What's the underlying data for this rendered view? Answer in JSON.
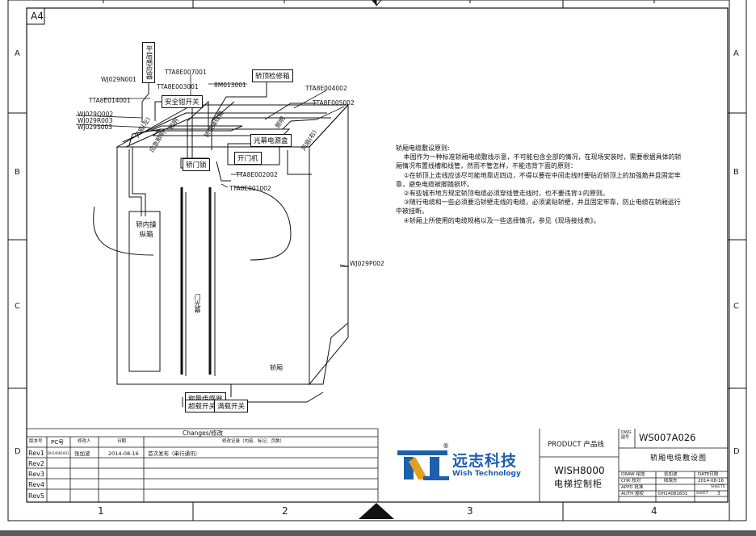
{
  "sheet": {
    "size_tag": "A4",
    "columns": [
      "1",
      "2",
      "3",
      "4"
    ],
    "rows": [
      "A",
      "B",
      "C",
      "D"
    ]
  },
  "diagram_labels": {
    "car_top_inspection_box": "轿顶检修箱",
    "leveling_sensor": "平层感应器",
    "safety_gear_switch": "安全钳开关",
    "emergency_lighting": "应急照明",
    "lighting": "照明",
    "fan_left": "风扇(左)",
    "fan_right": "风扇(右)",
    "car_top_junction_box": "轿顶接线箱",
    "light_curtain_power_box": "光幕电源盒",
    "door_operator": "开门机",
    "car_door_lock": "轿门锁",
    "car_operating_panel": "轿内操纵箱",
    "light_curtain": "门光幕",
    "car": "轿厢",
    "weighing_sensor": "称量传感器",
    "overload_switch": "超载开关",
    "full_load_switch": "满载开关"
  },
  "cable_codes": {
    "wj029n001": "WJ029N001",
    "tta8e007001": "TTA8E007001",
    "tta8e003001": "TTA8E003001",
    "bm013001": "8M013001",
    "tta8e004002": "TTA8E004002",
    "tta8e014001": "TTA8E014001",
    "tta8e005002": "TTA8E005002",
    "wj029q002": "WJ029Q002",
    "wj029r003": "WJ029R003",
    "wj029s003": "WJ029S003",
    "tta8e002002": "TTA8E002002",
    "tta8e001002": "TTA8E001002",
    "wj029p002": "WJ029P002"
  },
  "notes": {
    "title": "轿厢电缆敷设原则:",
    "lines": [
      "本图作为一种标准轿厢电缆敷线示意，不可能包含全部的情况，在现场安装时，需要根据具体的轿厢情况布置线槽和线管，然而不管怎样，不能违背下面的原则：",
      "①在轿顶上走线应该尽可能地靠近四边，不得以要在中间走线时要贴近轿顶上的加强筋并且固定牢靠，避免电缆被脚踏损坏。",
      "②有些城市地方规定轿顶电缆必须穿线管走线时，也不要违背①的原则。",
      "③随行电缆和一些必须要沿轿壁走线的电缆，必须紧贴轿壁，并且固定牢靠，防止电缆在轿厢运行中被挂断。",
      "④轿厢上所使用的电缆规格以及一些选择情况，参见《现场接线表》。"
    ]
  },
  "revision_table": {
    "title": "Changes/修改",
    "headers": [
      "版本号",
      "PC号",
      "修改人",
      "日期",
      "修改记录（内容、标记、页数）"
    ],
    "rows": [
      [
        "Rev1",
        "DH14081601",
        "张加波",
        "2014-08-16",
        "首次发布（串行通讯）"
      ],
      [
        "Rev2",
        "",
        "",
        "",
        ""
      ],
      [
        "Rev3",
        "",
        "",
        "",
        ""
      ],
      [
        "Rev4",
        "",
        "",
        "",
        ""
      ],
      [
        "Rev5",
        "",
        "",
        "",
        ""
      ]
    ]
  },
  "logo": {
    "registered_mark": "®",
    "name_cn": "远志科技",
    "name_en": "Wish Technology",
    "brand_color": "#1e5fae",
    "accent_color": "#e0a020"
  },
  "title_block": {
    "product_label": "PRODUCT 产品线",
    "product_model": "WISH8000",
    "product_name": "电梯控制柜",
    "dwg_label": "DWG 图号",
    "dwg_no": "WS007A026",
    "drawing_title": "轿厢电缆敷设图",
    "draw_label": "DRAW 绘图",
    "draw_name": "张加波",
    "chk_label": "CHK 校对",
    "chk_name": "陆晓东",
    "appd_label": "APPD 批准",
    "auth_label": "AUTH 授权",
    "auth_value": "DH14081601",
    "date_label": "DATE日期",
    "date_value": "2014-08-16",
    "sheets_label": "SHEETS",
    "sheet_label": "SHEET",
    "sheet_value": "3"
  }
}
